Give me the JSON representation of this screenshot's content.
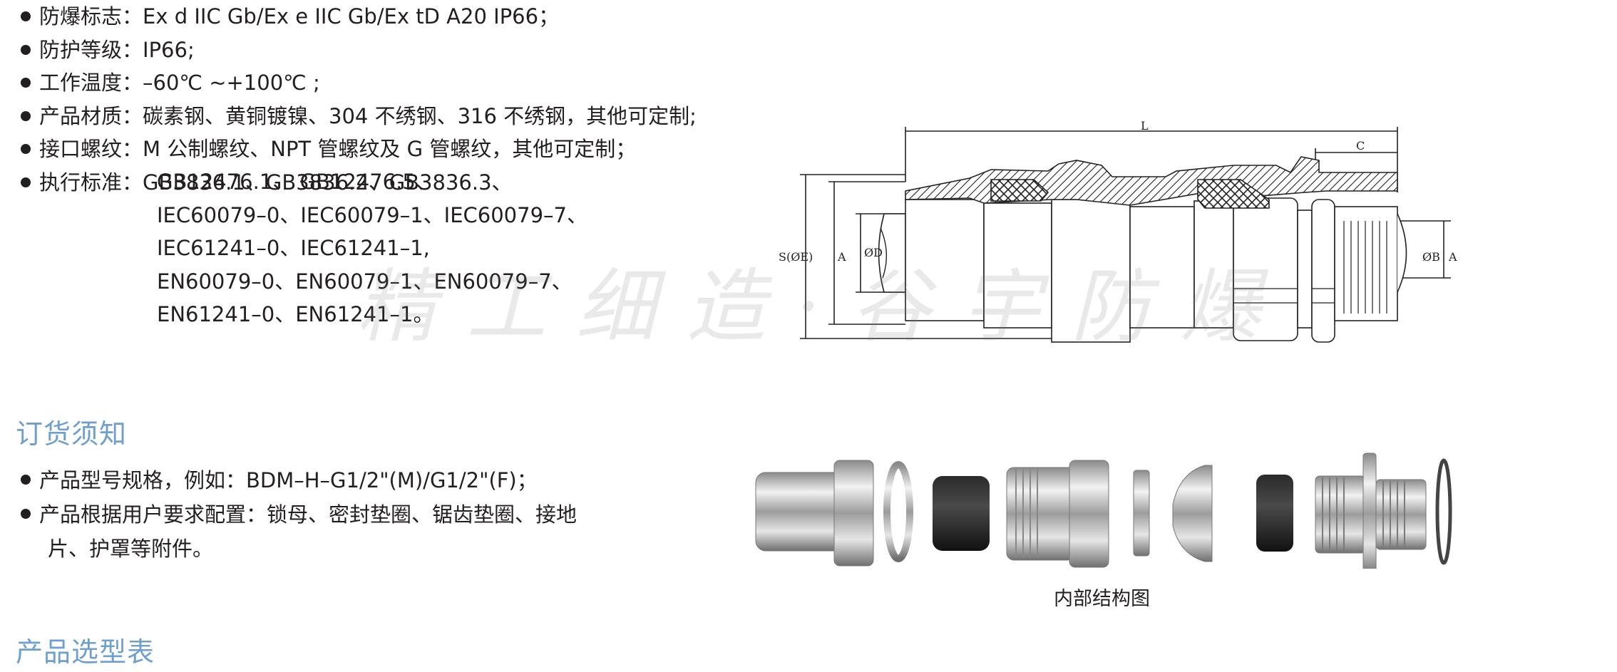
{
  "specs": [
    {
      "label": "防爆标志：",
      "value": "Ex d IIC Gb/Ex e IIC Gb/Ex tD A20 IP66；"
    },
    {
      "label": "防护等级：",
      "value": "IP66;"
    },
    {
      "label": "工作温度：",
      "value": "–60℃ ~+100℃ ;"
    },
    {
      "label": "产品材质：",
      "value": "碳素钢、黄铜镀镍、304 不绣钢、316 不绣钢，其他可定制;"
    },
    {
      "label": "接口螺纹：",
      "value": "M 公制螺纹、NPT 管螺纹及 G 管螺纹，其他可定制；"
    },
    {
      "label": "执行标准：",
      "value": "GB3836.1、GB3836.2、GB3836.3、"
    }
  ],
  "standards_cont": [
    "GB12476.1、   GB12476.5、",
    "IEC60079–0、IEC60079–1、IEC60079–7、",
    "IEC61241–0、IEC61241–1,",
    "EN60079–0、EN60079–1、EN60079–7、",
    "EN61241–0、EN61241–1。"
  ],
  "order_title": "订货须知",
  "order_items": [
    "产品型号规格，例如：BDM–H–G1/2\"(M)/G1/2\"(F)；",
    "产品根据用户要求配置：锁母、密封垫圈、锯齿垫圈、接地"
  ],
  "order_cont": "片、护罩等附件。",
  "selection_title": "产品选型表",
  "diagram_labels": {
    "L": "L",
    "C": "C",
    "S": "S(ØE)",
    "A_left": "A",
    "D": "ØD",
    "B": "ØB",
    "A_right": "A"
  },
  "photo_caption": "内部结构图",
  "watermark": "精工细造·谷宇防爆",
  "colors": {
    "title_blue": "#6f9fcf",
    "text": "#231f20"
  }
}
